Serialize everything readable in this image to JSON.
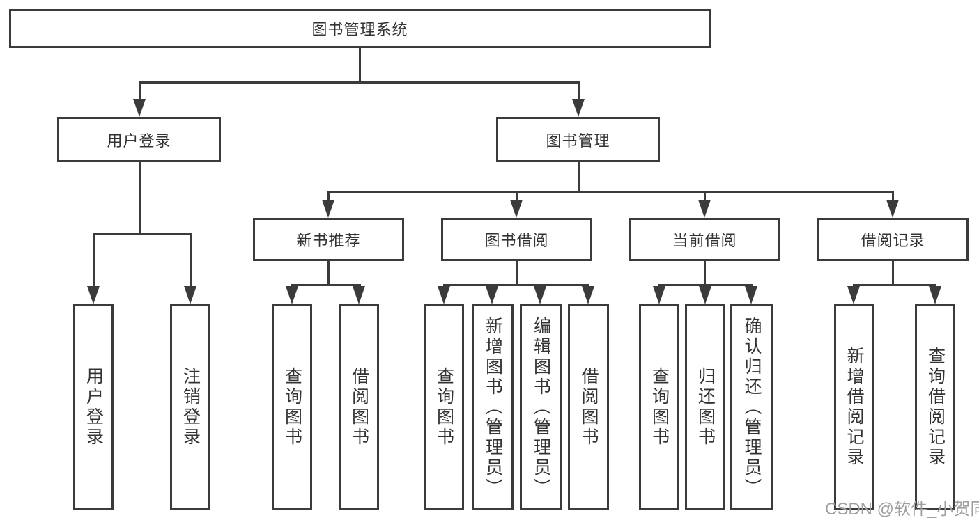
{
  "tree": {
    "root": {
      "label": "图书管理系统"
    },
    "branches": [
      {
        "label": "用户登录",
        "children": [
          {
            "label": "用户登录"
          },
          {
            "label": "注销登录"
          }
        ]
      },
      {
        "label": "图书管理",
        "groups": [
          {
            "label": "新书推荐",
            "children": [
              {
                "label": "查询图书"
              },
              {
                "label": "借阅图书"
              }
            ]
          },
          {
            "label": "图书借阅",
            "children": [
              {
                "label": "查询图书"
              },
              {
                "label": "新增图书（管理员）"
              },
              {
                "label": "编辑图书（管理员）"
              },
              {
                "label": "借阅图书"
              }
            ]
          },
          {
            "label": "当前借阅",
            "children": [
              {
                "label": "查询图书"
              },
              {
                "label": "归还图书"
              },
              {
                "label": "确认归还（管理员）"
              }
            ]
          },
          {
            "label": "借阅记录",
            "children": [
              {
                "label": "新增借阅记录"
              },
              {
                "label": "查询借阅记录"
              }
            ]
          }
        ]
      }
    ]
  },
  "watermark": {
    "text": "CSDN @软件_小贺同学"
  },
  "colors": {
    "line": "#3b3b3b",
    "text": "#333333",
    "watermark": "#9f9f9f",
    "background": "#ffffff"
  }
}
